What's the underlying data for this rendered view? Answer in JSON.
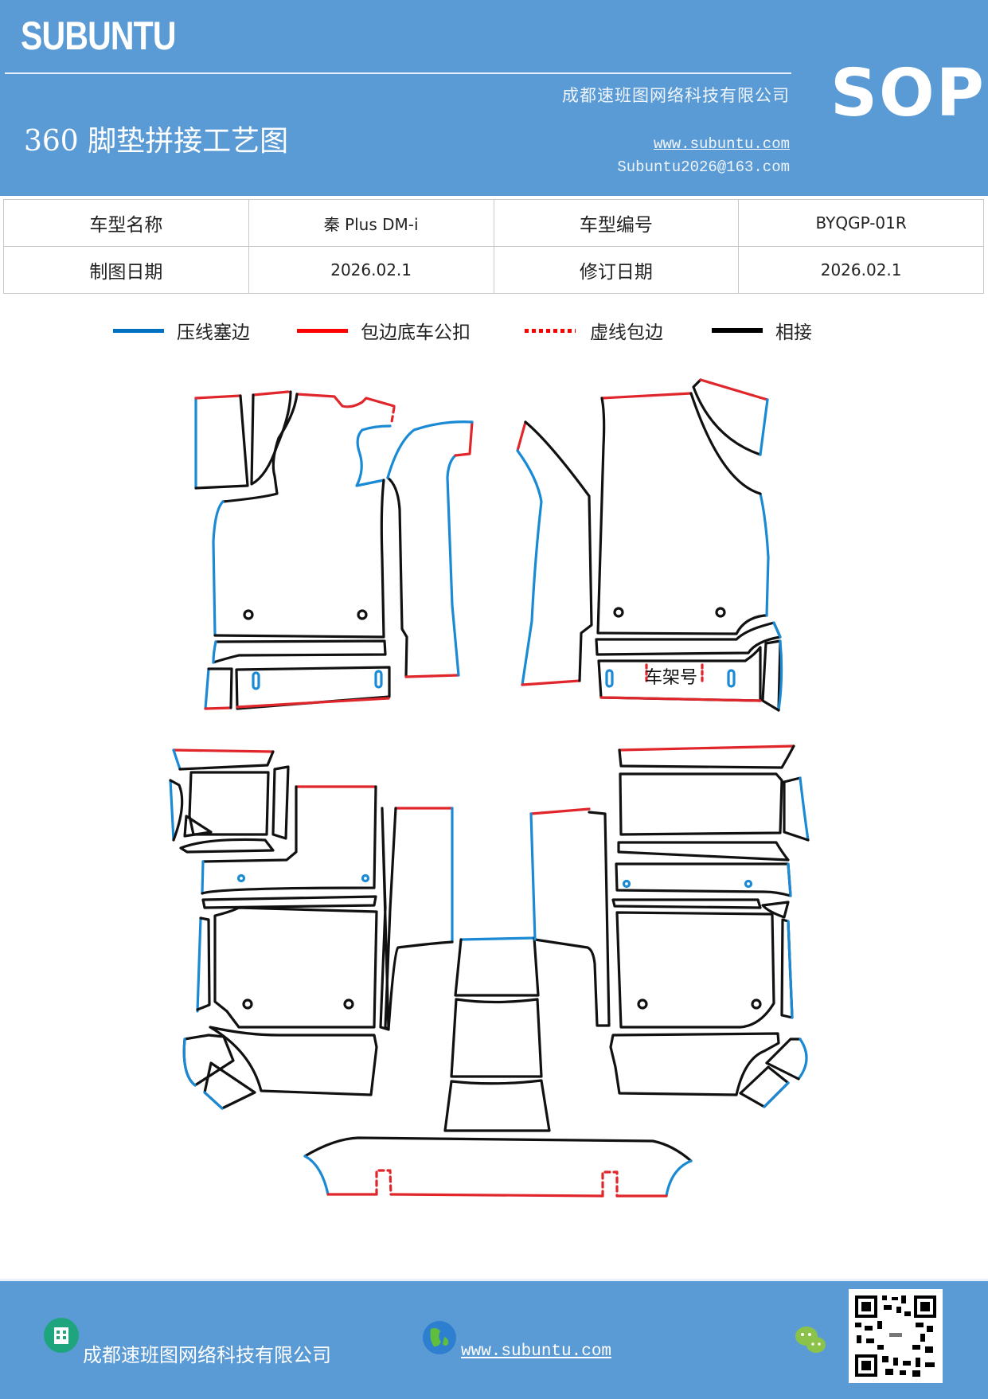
{
  "header": {
    "brand": "SUBUNTU",
    "company": "成都速班图网络科技有限公司",
    "badge": "SOP",
    "title": "360 脚垫拼接工艺图",
    "website": "www.subuntu.com",
    "email": "Subuntu2026@163.com",
    "background_color": "#5b9bd5"
  },
  "info_table": {
    "rows": [
      {
        "label1": "车型名称",
        "value1": "秦 Plus DM-i",
        "label2": "车型编号",
        "value2": "BYQGP-01R"
      },
      {
        "label1": "制图日期",
        "value1": "2026.02.1",
        "label2": "修订日期",
        "value2": "2026.02.1"
      }
    ]
  },
  "legend": {
    "items": [
      {
        "label": "压线塞边",
        "color": "#0070c0",
        "style": "solid"
      },
      {
        "label": "包边底车公扣",
        "color": "#ff0000",
        "style": "solid"
      },
      {
        "label": "虚线包边",
        "color": "#ff0000",
        "style": "dotted"
      },
      {
        "label": "相接",
        "color": "#000000",
        "style": "solid"
      }
    ]
  },
  "diagram": {
    "annotation": "车架号",
    "colors": {
      "blue": "#1a8ad4",
      "red": "#e0262b",
      "black": "#111111"
    }
  },
  "footer": {
    "company": "成都速班图网络科技有限公司",
    "website": "www.subuntu.com",
    "icons": [
      "building-icon",
      "globe-icon",
      "wechat-icon",
      "qr-code"
    ]
  }
}
